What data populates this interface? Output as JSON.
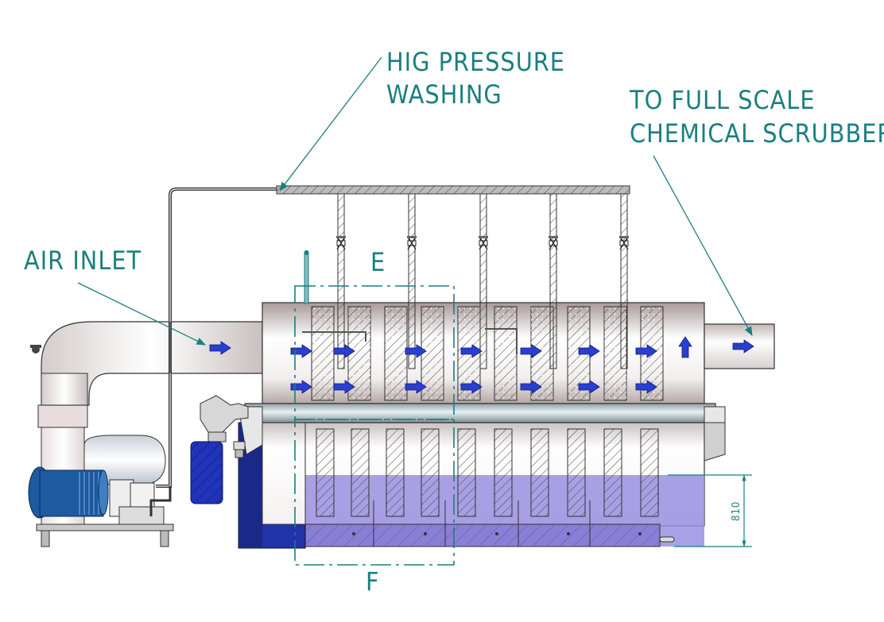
{
  "labels": {
    "washing_line1": "HIG PRESSURE",
    "washing_line2": "WASHING",
    "outlet_line1": "TO FULL SCALE",
    "outlet_line2": "CHEMICAL SCRUBBERS",
    "inlet": "AIR INLET",
    "detail_e": "E",
    "detail_f": "F",
    "dimension": "810"
  },
  "colors": {
    "text": "#1a7f80",
    "leader": "#1a7f80",
    "detail_frame": "#1a7f80",
    "airflow_arrow": "#2a3fd0",
    "liquid": "#9a8fe0",
    "motor": "#1e5aa0",
    "pump": "#2233bb",
    "outline": "#222222",
    "pipe": "#555555"
  },
  "icons": [
    "airflow-arrow-icon",
    "valve-icon",
    "fan-motor-icon",
    "pump-icon"
  ]
}
